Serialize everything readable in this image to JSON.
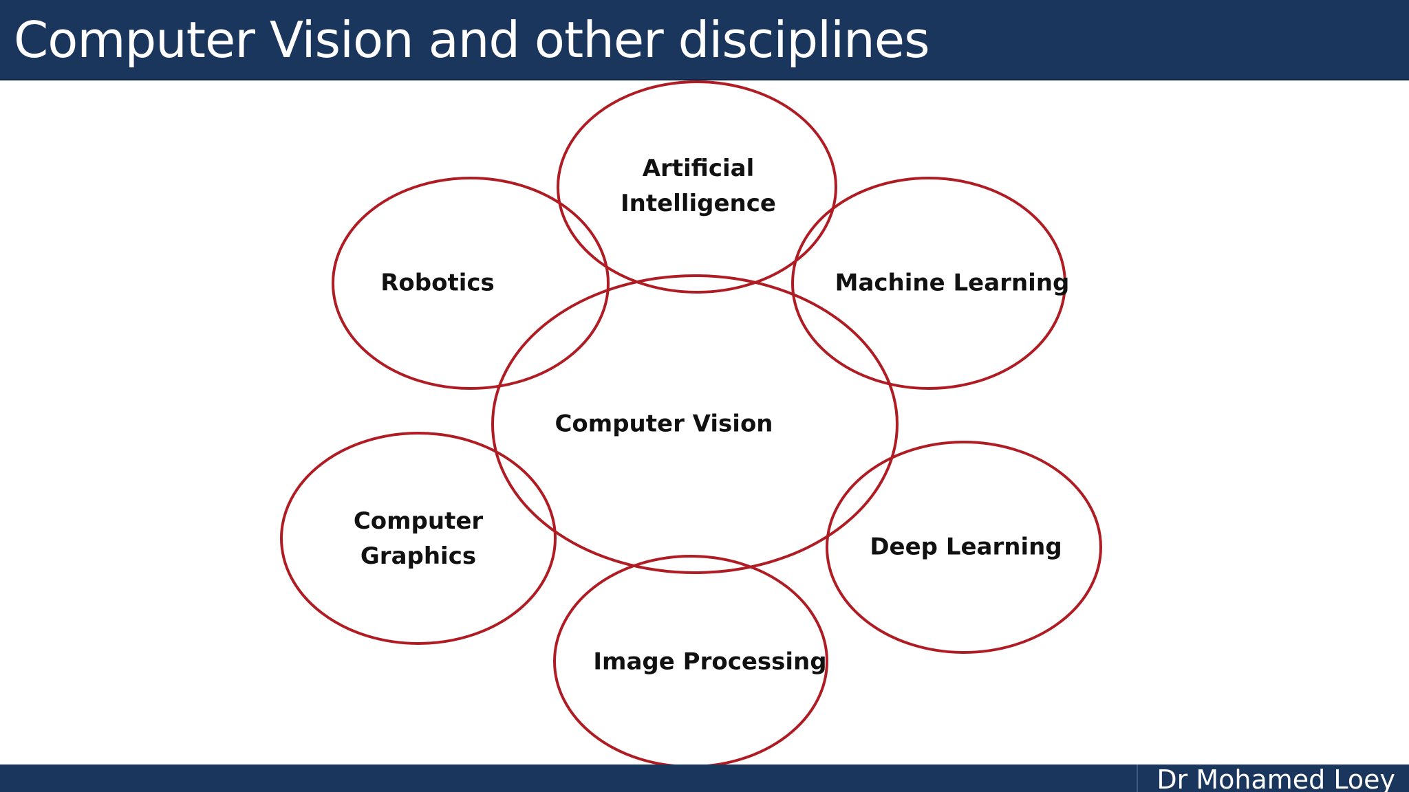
{
  "slide": {
    "title": "Computer Vision and other disciplines",
    "footer": "Dr Mohamed Loey"
  },
  "diagram": {
    "stroke_color": "#b01c24",
    "center": {
      "name": "computer-vision",
      "lines": [
        "Computer Vision"
      ]
    },
    "nodes": [
      {
        "name": "artificial-intelligence",
        "lines": [
          "Artificial",
          "Intelligence"
        ]
      },
      {
        "name": "robotics",
        "lines": [
          "Robotics"
        ]
      },
      {
        "name": "machine-learning",
        "lines": [
          "Machine Learning"
        ]
      },
      {
        "name": "computer-graphics",
        "lines": [
          "Computer",
          "Graphics"
        ]
      },
      {
        "name": "deep-learning",
        "lines": [
          "Deep Learning"
        ]
      },
      {
        "name": "image-processing",
        "lines": [
          "Image Processing"
        ]
      }
    ]
  }
}
